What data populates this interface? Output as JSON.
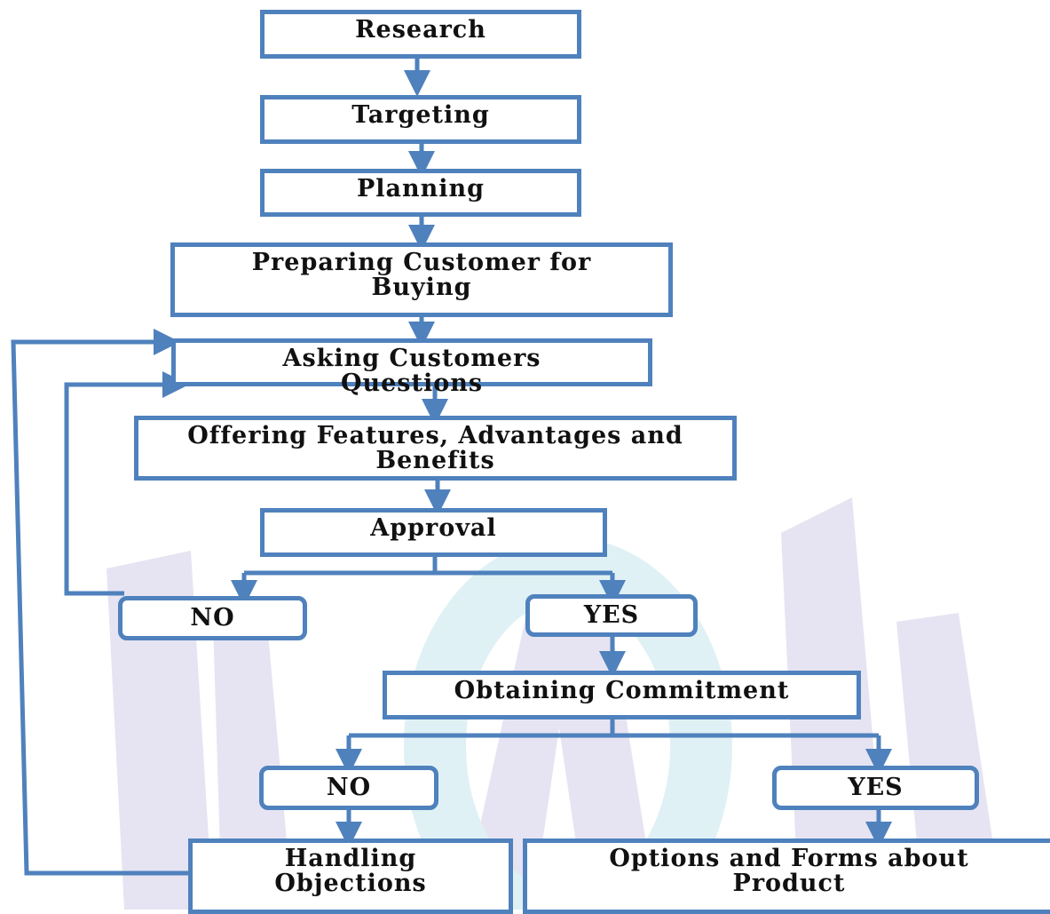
{
  "colors": {
    "line": "#4f81bd",
    "watermark": "#e6e4f2",
    "watermark_teal": "#dff1f4",
    "text": "#111111"
  },
  "steps": {
    "research": "Research",
    "targeting": "Targeting",
    "planning": "Planning",
    "preparing": "Preparing Customer for Buying",
    "asking": "Asking Customers Questions",
    "offering": "Offering Features, Advantages and Benefits",
    "approval": "Approval",
    "approval_no": "NO",
    "approval_yes": "YES",
    "commitment": "Obtaining Commitment",
    "commitment_no": "NO",
    "commitment_yes": "YES",
    "objections": "Handling Objections",
    "options": "Options and Forms about Product"
  }
}
